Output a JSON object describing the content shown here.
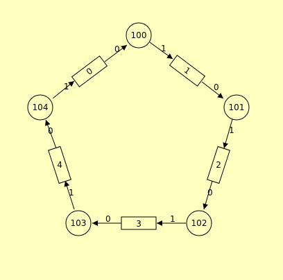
{
  "nodes": [
    {
      "id": "n100",
      "label": "100"
    },
    {
      "id": "n101",
      "label": "101"
    },
    {
      "id": "n102",
      "label": "102"
    },
    {
      "id": "n103",
      "label": "103"
    },
    {
      "id": "n104",
      "label": "104"
    }
  ],
  "edges": [
    {
      "id": "e0",
      "label": "0",
      "from": "n104",
      "to": "n100",
      "from_port": "1",
      "to_port": "0"
    },
    {
      "id": "e1",
      "label": "1",
      "from": "n100",
      "to": "n101",
      "from_port": "1",
      "to_port": "0"
    },
    {
      "id": "e2",
      "label": "2",
      "from": "n101",
      "to": "n102",
      "from_port": "1",
      "to_port": "0"
    },
    {
      "id": "e3",
      "label": "3",
      "from": "n102",
      "to": "n103",
      "from_port": "1",
      "to_port": "0"
    },
    {
      "id": "e4",
      "label": "4",
      "from": "n103",
      "to": "n104",
      "from_port": "1",
      "to_port": "0"
    }
  ]
}
